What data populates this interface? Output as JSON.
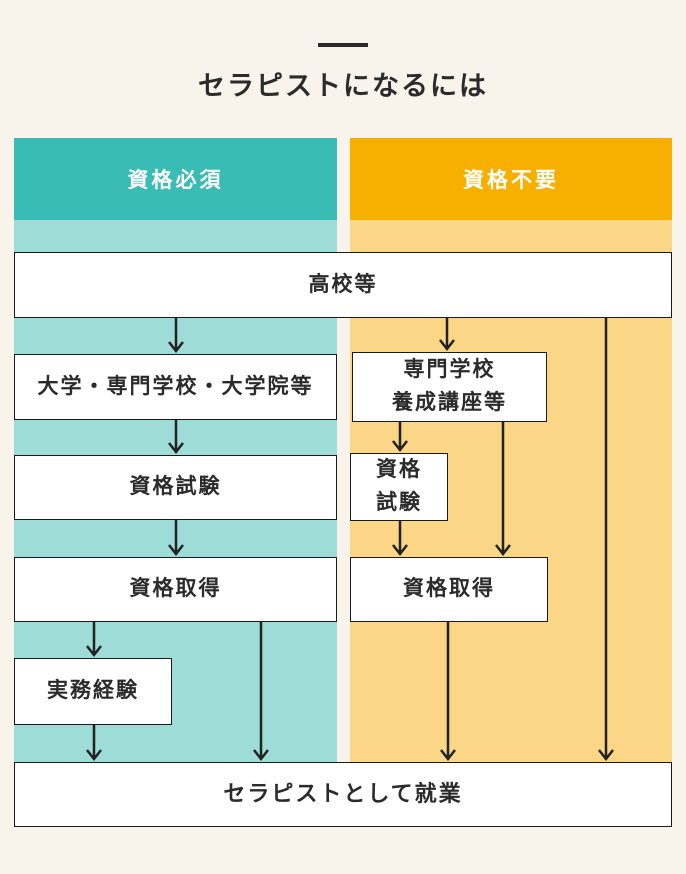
{
  "title": "セラピストになるには",
  "columns": {
    "required": {
      "header": "資格必須"
    },
    "not_required": {
      "header": "資格不要"
    }
  },
  "nodes": {
    "highschool": "高校等",
    "university": "大学・専門学校・大学院等",
    "exam_required": "資格試験",
    "obtain_required": "資格取得",
    "work_experience": "実務経験",
    "vocational_training": "専門学校\n養成講座等",
    "exam_optional": "資格\n試験",
    "obtain_optional": "資格取得",
    "employment": "セラピストとして就業"
  },
  "colors": {
    "background": "#f8f4ec",
    "required_header": "#38bcb4",
    "required_track": "#9edcd8",
    "not_required_header": "#f8b000",
    "not_required_track": "#fbd687",
    "line": "#222222",
    "box_border": "#1a1a1a",
    "node_text": "#2b2b2b"
  }
}
